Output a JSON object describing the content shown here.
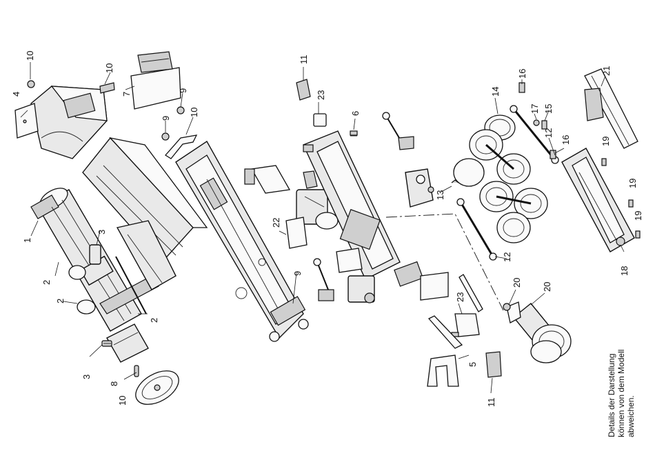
{
  "callouts": {
    "c1": "1",
    "c2a": "2",
    "c2b": "2",
    "c2c": "2",
    "c3a": "3",
    "c3b": "3",
    "c4": "4",
    "c5": "5",
    "c6": "6",
    "c7": "7",
    "c8": "8",
    "c9a": "9",
    "c9b": "9",
    "c9c": "9",
    "c10a": "10",
    "c10b": "10",
    "c10c": "10",
    "c10d": "10",
    "c11a": "11",
    "c11b": "11",
    "c12a": "12",
    "c12b": "12",
    "c13": "13",
    "c14": "14",
    "c15": "15",
    "c16a": "16",
    "c16b": "16",
    "c17": "17",
    "c18": "18",
    "c19a": "19",
    "c19b": "19",
    "c19c": "19",
    "c20a": "20",
    "c20b": "20",
    "c21": "21",
    "c22": "22",
    "c23a": "23",
    "c23b": "23"
  },
  "note": {
    "line1": "Details der Darstellung",
    "line2": "können von dem Modell",
    "line3": "abweichen."
  }
}
